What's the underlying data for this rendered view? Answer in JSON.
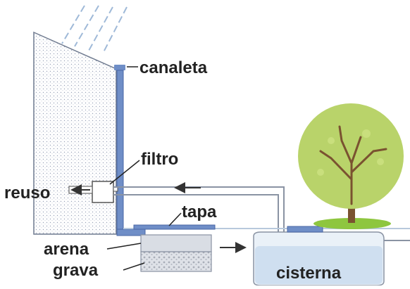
{
  "labels": {
    "canaleta": "canaleta",
    "filtro": "filtro",
    "reuso": "reuso",
    "tapa": "tapa",
    "arena": "arena",
    "grava": "grava",
    "cisterna": "cisterna"
  },
  "colors": {
    "pipe": "#6f8ec7",
    "pipe_dark": "#4a67a6",
    "wall_fill": "#ffffff",
    "wall_dots": "#9aa3b8",
    "rain": "#9fb9d8",
    "tank_fill": "#eaf1f8",
    "tank_water": "#cfdff0",
    "sand": "#d9dde4",
    "gravel": "#c9cdd4",
    "ground": "#b8c9dc",
    "grass": "#8ec63f",
    "tree_crown": "#b9d36a",
    "tree_trunk": "#7a5230",
    "label_text": "#222222"
  },
  "icons": [
    "rain-streaks",
    "tree-icon",
    "flow-arrow-left",
    "flow-arrow-right",
    "flow-arrow-reuse"
  ]
}
